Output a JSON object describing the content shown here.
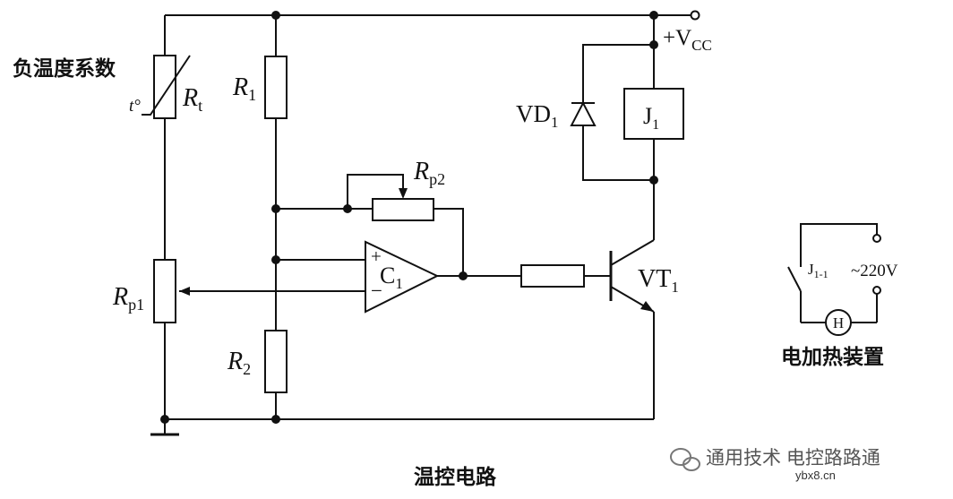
{
  "labels": {
    "ntc": "负温度系数",
    "t": "t°",
    "rt_main": "R",
    "rt_sub": "t",
    "r1_main": "R",
    "r1_sub": "1",
    "r2_main": "R",
    "r2_sub": "2",
    "rp1_main": "R",
    "rp1_sub": "p1",
    "rp2_main": "R",
    "rp2_sub": "p2",
    "c1_main": "C",
    "c1_sub": "1",
    "plus": "+",
    "minus": "−",
    "vd1_main": "VD",
    "vd1_sub": "1",
    "j1_main": "J",
    "j1_sub": "1",
    "vt1_main": "VT",
    "vt1_sub": "1",
    "vcc_main": "+V",
    "vcc_sub": "CC",
    "j11_main": "J",
    "j11_sub": "1-1",
    "ac": "~220V",
    "heater": "H",
    "device_caption": "电加热装置",
    "circuit_caption": "温控电路",
    "watermark": "通用技术 电控路路通",
    "site": "ybx8.cn"
  },
  "colors": {
    "line": "#111111",
    "background": "#ffffff"
  }
}
